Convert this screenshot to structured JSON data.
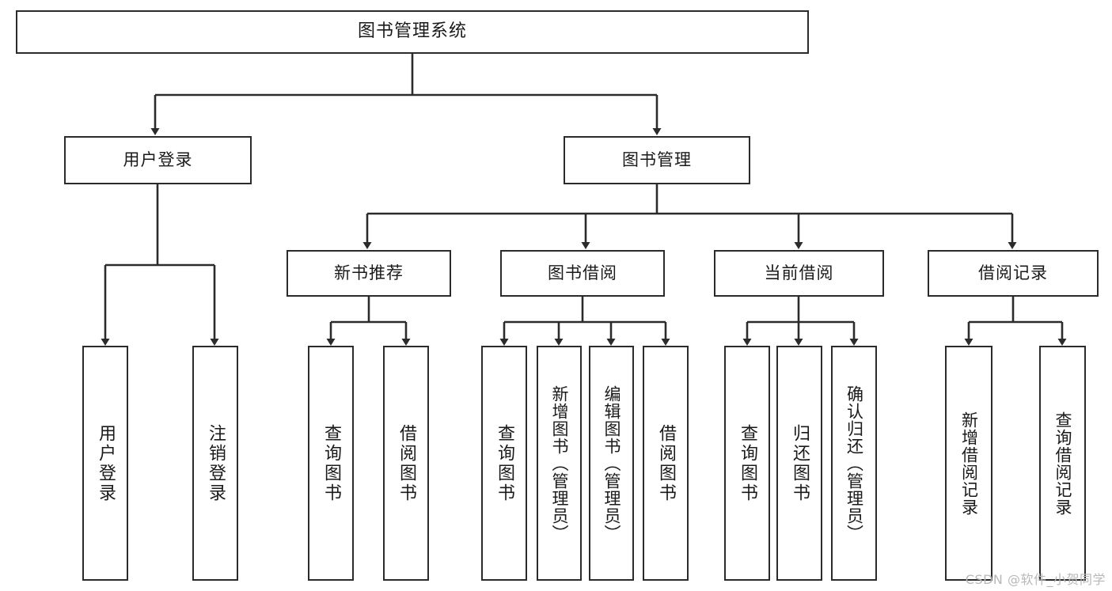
{
  "diagram": {
    "title": "图书管理系统",
    "watermark": "CSDN @软件_小贺同学",
    "colors": {
      "stroke": "#2b2b2b",
      "fill": "#ffffff",
      "text": "#1a1a1a",
      "watermark": "#b8b8b8"
    },
    "nodes": {
      "root": {
        "label": "图书管理系统"
      },
      "level2": [
        {
          "id": "user-login",
          "label": "用户登录"
        },
        {
          "id": "book-manage",
          "label": "图书管理"
        }
      ],
      "level3": [
        {
          "id": "new-book-recommend",
          "label": "新书推荐"
        },
        {
          "id": "book-borrow",
          "label": "图书借阅"
        },
        {
          "id": "current-borrow",
          "label": "当前借阅"
        },
        {
          "id": "borrow-record",
          "label": "借阅记录"
        }
      ],
      "leaves": [
        {
          "id": "leaf-user-login",
          "label": "用户登录"
        },
        {
          "id": "leaf-user-logout",
          "label": "注销登录"
        },
        {
          "id": "leaf-query-book-1",
          "label": "查询图书"
        },
        {
          "id": "leaf-borrow-book-1",
          "label": "借阅图书"
        },
        {
          "id": "leaf-query-book-2",
          "label": "查询图书"
        },
        {
          "id": "leaf-add-book",
          "label": "新增图书（管理员）"
        },
        {
          "id": "leaf-edit-book",
          "label": "编辑图书（管理员）"
        },
        {
          "id": "leaf-borrow-book-2",
          "label": "借阅图书"
        },
        {
          "id": "leaf-query-book-3",
          "label": "查询图书"
        },
        {
          "id": "leaf-return-book",
          "label": "归还图书"
        },
        {
          "id": "leaf-confirm-return",
          "label": "确认归还（管理员）"
        },
        {
          "id": "leaf-add-record",
          "label": "新增借阅记录"
        },
        {
          "id": "leaf-query-record",
          "label": "查询借阅记录"
        }
      ]
    }
  }
}
